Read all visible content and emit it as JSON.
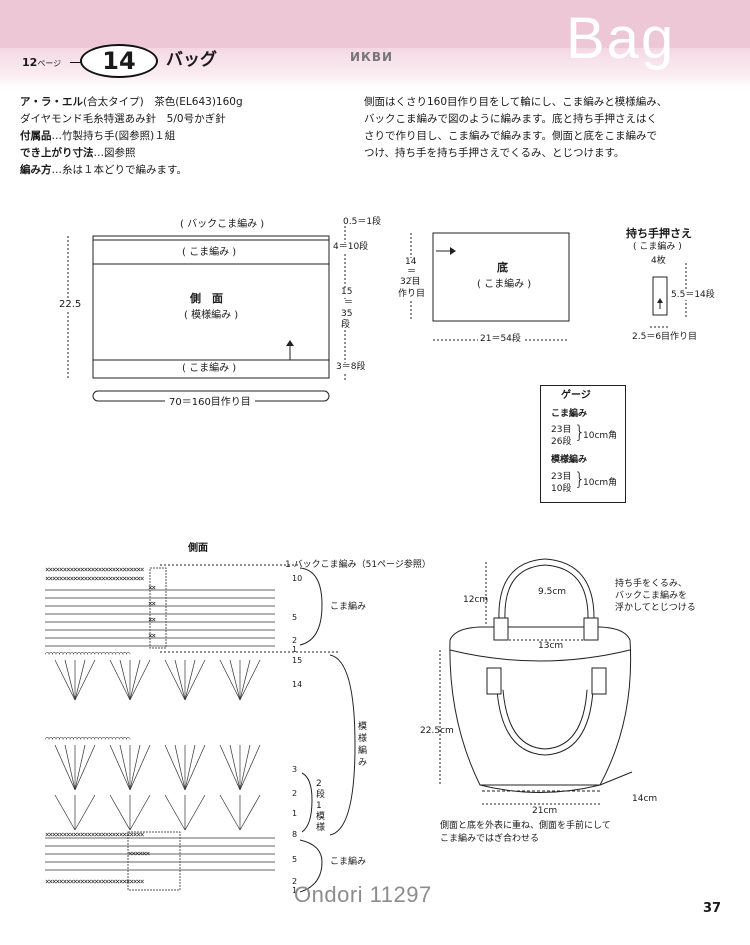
{
  "header": {
    "page_ref_num": "12",
    "page_ref_unit": "ページ",
    "pattern_number": "14",
    "title": "バッグ",
    "stamp": "ИКВИ",
    "english_title": "Bag"
  },
  "materials": [
    {
      "label": "ア・ラ・エル",
      "text": "(合太タイプ)　茶色(EL643)160g"
    },
    {
      "label": "",
      "text": "ダイヤモンド毛糸特選あみ針　5/0号かぎ針"
    },
    {
      "label": "付属品",
      "text": "…竹製持ち手(図参照)１組"
    },
    {
      "label": "でき上がり寸法",
      "text": "…図参照"
    },
    {
      "label": "編み方",
      "text": "…糸は１本どりで編みます。"
    }
  ],
  "instructions": [
    "側面はくさり160目作り目をして輪にし、こま編みと模様編み、",
    "バックこま編みで図のように編みます。底と持ち手押さえはく",
    "さりで作り目し、こま編みで編みます。側面と底をこま編みで",
    "つけ、持ち手を持ち手押さえでくるみ、とじつけます。"
  ],
  "side_schematic": {
    "top_band": "( バックこま編み )",
    "band1": "( こま編み )",
    "name": "側　面",
    "pattern": "( 模様編み )",
    "band2": "( こま編み )",
    "height": "22.5",
    "width": "70＝160目作り目",
    "r1": "0.5＝1段",
    "r2": "4＝10段",
    "r3a": "15",
    "r3b": "＝",
    "r3c": "35",
    "r3d": "段",
    "r4": "3＝8段"
  },
  "bottom_schematic": {
    "name": "底",
    "stitch": "( こま編み )",
    "h1": "14",
    "h2": "＝",
    "h3": "32目",
    "h4": "作り目",
    "width": "21＝54段"
  },
  "handle_holder": {
    "title": "持ち手押さえ",
    "stitch": "( こま編み )",
    "count": "4枚",
    "height": "5.5＝14段",
    "width": "2.5＝6目作り目"
  },
  "gauge": {
    "title": "ゲージ",
    "s1": "こま編み",
    "s1a": "23目",
    "s1b": "26段",
    "s1c": "10cm角",
    "s2": "模様編み",
    "s2a": "23目",
    "s2b": "10段",
    "s2c": "10cm角"
  },
  "chart": {
    "title": "側面",
    "top_note": "1 バックこま編み（51ページ参照）",
    "rows": [
      "10",
      "5",
      "2",
      "1",
      "15",
      "14",
      "3",
      "2",
      "1",
      "8",
      "5",
      "2",
      "1"
    ],
    "sec_top": "こま編み",
    "sec_mid": [
      "模",
      "様",
      "編",
      "み"
    ],
    "repeat": [
      "2",
      "段",
      "1",
      "模",
      "様"
    ],
    "sec_bottom": "こま編み"
  },
  "bag_drawing": {
    "d1": "12cm",
    "d2": "9.5cm",
    "d3": "13cm",
    "d4": "22.5cm",
    "d5": "21cm",
    "d6": "14cm",
    "note1": [
      "持ち手をくるみ、",
      "バックこま編みを",
      "浮かしてとじつける"
    ],
    "note2": [
      "側面と底を外表に重ね、側面を手前にして",
      "こま編みではぎ合わせる"
    ]
  },
  "footer": {
    "watermark": "Ondori 11297",
    "page_number": "37"
  }
}
